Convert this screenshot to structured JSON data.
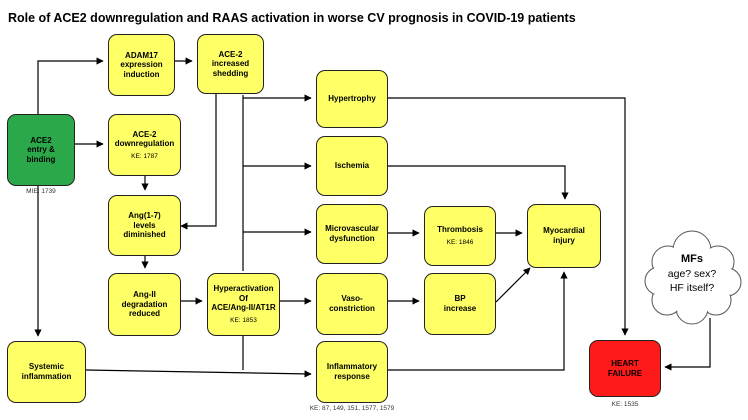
{
  "title": "Role of ACE2 downregulation and RAAS activation in worse CV prognosis in COVID-19 patients",
  "nodes": {
    "ace2_entry": {
      "label": "ACE2\nentry &\nbinding",
      "code": "MIE: 1739"
    },
    "adam17": {
      "label": "ADAM17\nexpression\ninduction"
    },
    "ace2_shedding": {
      "label": "ACE-2\nincreased\nshedding"
    },
    "ace2_down": {
      "label": "ACE-2\ndownregulation",
      "code": "KE: 1787"
    },
    "ang17": {
      "label": "Ang(1-7)\nlevels\ndiminished"
    },
    "angii_deg": {
      "label": "Ang-II\ndegradation\nreduced"
    },
    "hyperactivation": {
      "label": "Hyperactivation\nOf\nACE/Ang-II/AT1R",
      "code": "KE: 1853"
    },
    "systemic_infl": {
      "label": "Systemic\ninflammation"
    },
    "hypertrophy": {
      "label": "Hypertrophy"
    },
    "ischemia": {
      "label": "Ischemia"
    },
    "microvascular": {
      "label": "Microvascular\ndysfunction"
    },
    "vasoconstriction": {
      "label": "Vaso-\nconstriction"
    },
    "inflammatory": {
      "label": "Inflammatory\nresponse",
      "code": "KE: 87, 149, 151, 1577, 1579"
    },
    "thrombosis": {
      "label": "Thrombosis",
      "code": "KE: 1846"
    },
    "bp_increase": {
      "label": "BP\nincrease"
    },
    "myocardial": {
      "label": "Myocardial\ninjury"
    },
    "heart_failure": {
      "label": "HEART\nFAILURE",
      "code": "KE: 1535"
    }
  },
  "cloud": {
    "title": "MFs",
    "line1": "age? sex?",
    "line2": "HF itself?"
  },
  "colors": {
    "node": "#ffff66",
    "mie": "#2aa84a",
    "ao": "#ff1a1a"
  }
}
